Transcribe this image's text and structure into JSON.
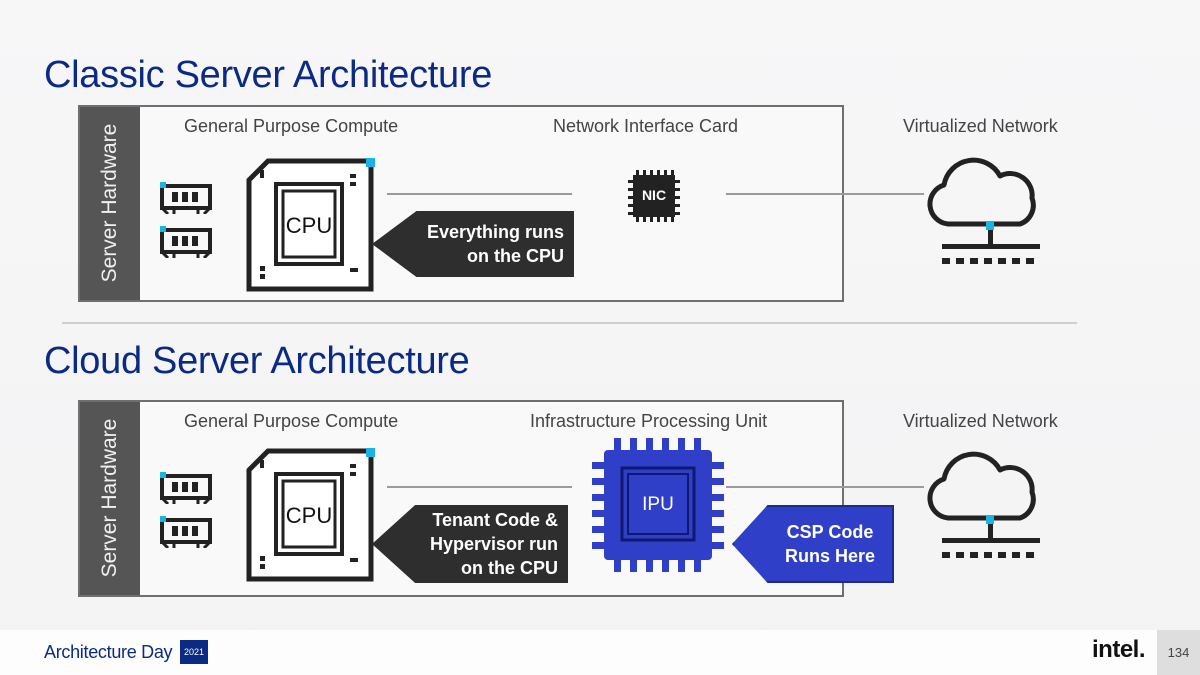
{
  "classic": {
    "title": "Classic Server Architecture",
    "side_label": "Server Hardware",
    "compute_label": "General Purpose Compute",
    "middle_label": "Network Interface Card",
    "network_label": "Virtualized Network",
    "cpu_text": "CPU",
    "nic_text": "NIC",
    "callout_line1": "Everything runs",
    "callout_line2": "on the CPU"
  },
  "cloud": {
    "title": "Cloud Server Architecture",
    "side_label": "Server Hardware",
    "compute_label": "General Purpose Compute",
    "middle_label": "Infrastructure Processing Unit",
    "network_label": "Virtualized Network",
    "cpu_text": "CPU",
    "ipu_text": "IPU",
    "cpu_callout_line1": "Tenant Code &",
    "cpu_callout_line2": "Hypervisor run",
    "cpu_callout_line3": "on the CPU",
    "ipu_callout_line1": "CSP Code",
    "ipu_callout_line2": "Runs Here"
  },
  "footer": {
    "event": "Architecture Day",
    "year": "2021",
    "brand": "intel.",
    "slide_number": "134"
  },
  "icons": {
    "memory": "memory-module-icon",
    "cpu": "cpu-chip-icon",
    "nic": "nic-chip-icon",
    "ipu": "ipu-chip-icon",
    "cloud": "cloud-network-icon"
  },
  "colors": {
    "title_blue": "#0b2a84",
    "ipu_blue": "#2f3fc8",
    "accent_cyan": "#1ab3e6",
    "panel_side": "#555555",
    "callout_dark": "#2e2e2e"
  }
}
